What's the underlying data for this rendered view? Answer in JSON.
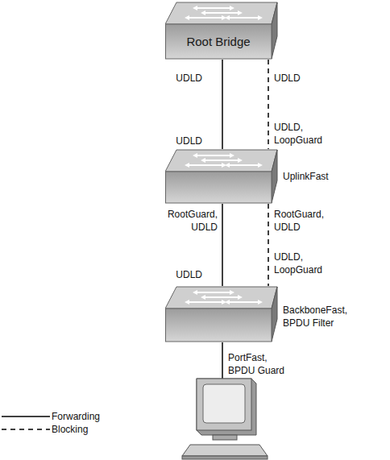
{
  "diagram": {
    "nodes": [
      {
        "text": [
          "Root Bridge"
        ]
      },
      {
        "text": [
          "UplinkFast"
        ]
      },
      {
        "text": [
          "BackboneFast, BPDU Filter"
        ]
      }
    ],
    "edges": [
      {
        "from": 0,
        "to": 1,
        "arrow": "none"
      },
      {
        "from": 0,
        "to": 1,
        "arrow": "none"
      },
      {
        "from": 1,
        "to": 2,
        "arrow": "none"
      },
      {
        "from": 1,
        "to": 2,
        "arrow": "none"
      }
    ],
    "labels": [
      "UDLD",
      "UDLD",
      "UDLD",
      "UDLD, LoopGuard",
      "RootGuard, UDLD",
      "RootGuard, UDLD",
      "UDLD",
      "UDLD, LoopGuard",
      "PortFast, BPDU Guard"
    ],
    "legend": [
      {
        "text": "Forwarding"
      },
      {
        "text": "Blocking"
      }
    ]
  }
}
